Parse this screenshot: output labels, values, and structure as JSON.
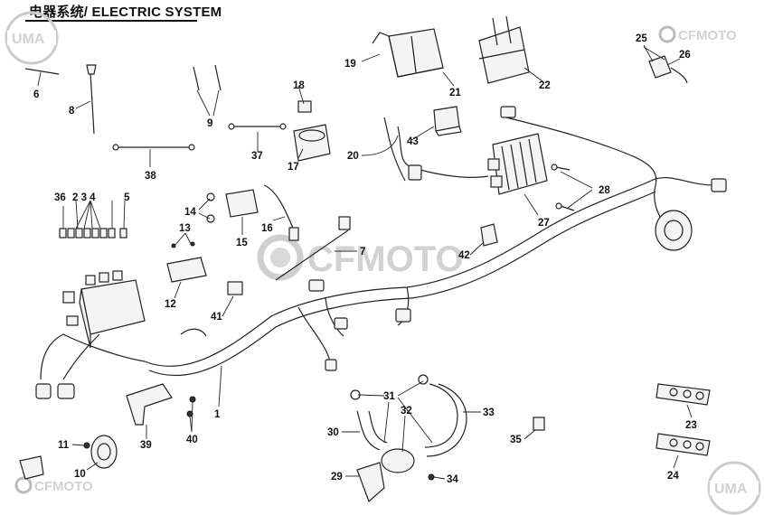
{
  "title": "电器系统/ ELECTRIC SYSTEM",
  "watermarks": {
    "brand_center": "CFMOTO",
    "brand_top_right": "CFMOTO",
    "brand_bottom_left": "CFMOTO",
    "logo_top_left": "UMA",
    "logo_bottom_right": "UMA"
  },
  "callouts": {
    "p1": "1",
    "p5": "5",
    "p6": "6",
    "p7": "7",
    "p8": "8",
    "p9": "9",
    "p10": "10",
    "p11": "11",
    "p12": "12",
    "p13": "13",
    "p14": "14",
    "p15": "15",
    "p16": "16",
    "p17": "17",
    "p18": "18",
    "p19": "19",
    "p20": "20",
    "p21": "21",
    "p22": "22",
    "p23": "23",
    "p24": "24",
    "p25": "25",
    "p26": "26",
    "p27": "27",
    "p28": "28",
    "p29": "29",
    "p30": "30",
    "p31": "31",
    "p32": "32",
    "p33": "33",
    "p34": "34",
    "p35": "35",
    "p36": "36",
    "p37": "37",
    "p38": "38",
    "p39": "39",
    "p40": "40",
    "p41": "41",
    "p42": "42",
    "p43": "43",
    "p2_3_4": "2 3 4"
  }
}
